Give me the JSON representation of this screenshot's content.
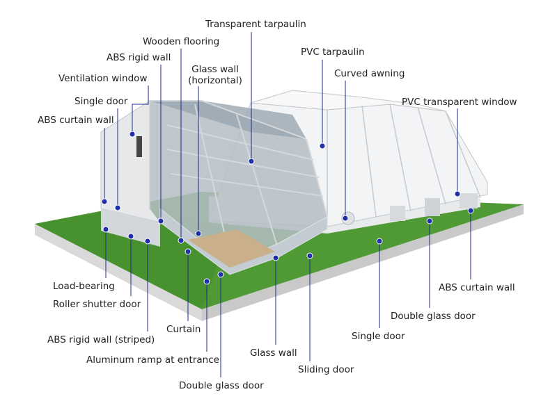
{
  "colors": {
    "leader": "#1b2a8c",
    "dot": "#1f2fa8",
    "grass": "#4f9a34",
    "grass_dark": "#2f6e1f",
    "base_side": "#d9d9d9",
    "tarpaulin": "#f3f4f5",
    "frame": "#b8bcc2",
    "glass": "#aeb8c0"
  },
  "labels": {
    "transparent_tarpaulin": "Transparent tarpaulin",
    "wooden_flooring": "Wooden flooring",
    "abs_rigid_wall": "ABS rigid wall",
    "glass_wall_horizontal_1": "Glass wall",
    "glass_wall_horizontal_2": "(horizontal)",
    "pvc_tarpaulin": "PVC tarpaulin",
    "ventilation_window": "Ventilation window",
    "curved_awning": "Curved awning",
    "single_door_top": "Single door",
    "pvc_transparent_window": "PVC transparent window",
    "abs_curtain_wall_left": "ABS curtain wall",
    "load_bearing": "Load-bearing",
    "roller_shutter_door": "Roller shutter door",
    "abs_curtain_wall_right": "ABS curtain wall",
    "double_glass_door_right": "Double glass door",
    "curtain": "Curtain",
    "abs_rigid_wall_striped": "ABS rigid wall (striped)",
    "single_door_bottom": "Single door",
    "aluminum_ramp": "Aluminum ramp at entrance",
    "glass_wall": "Glass wall",
    "sliding_door": "Sliding door",
    "double_glass_door_bottom": "Double glass door"
  }
}
